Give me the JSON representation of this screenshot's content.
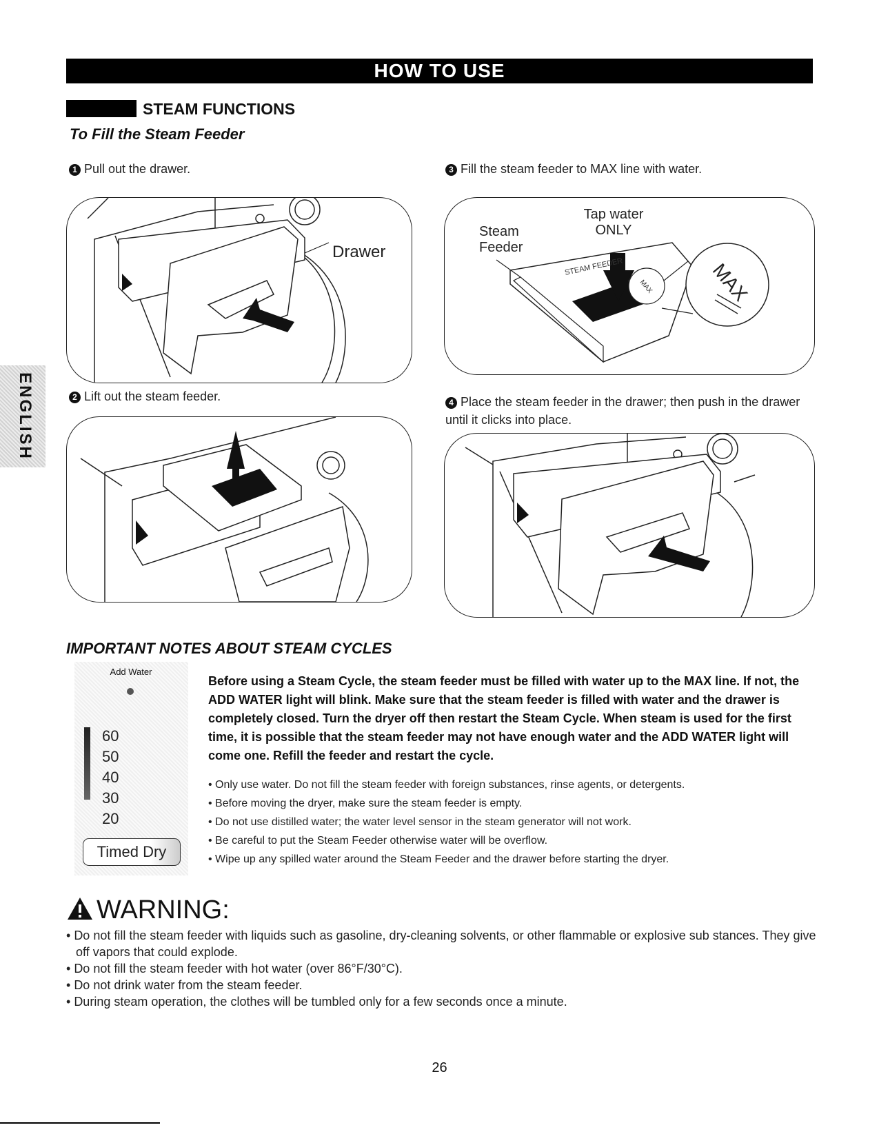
{
  "header": {
    "title": "HOW TO USE"
  },
  "section": {
    "title": "STEAM FUNCTIONS",
    "subtitle": "To Fill the Steam Feeder"
  },
  "language_tab": "ENGLISH",
  "steps": [
    {
      "number": "1",
      "text": "Pull out the drawer.",
      "callout": "Drawer"
    },
    {
      "number": "2",
      "text": "Lift out the steam feeder."
    },
    {
      "number": "3",
      "text": "Fill the steam feeder to MAX line with water.",
      "callout_feeder": "Steam\nFeeder",
      "callout_water": "Tap water\nONLY",
      "max_label": "MAX",
      "feeder_label": "STEAM FEEDER"
    },
    {
      "number": "4",
      "text": "Place the steam feeder in the drawer; then push in the drawer until it clicks into place."
    }
  ],
  "notes": {
    "title": "IMPORTANT NOTES ABOUT STEAM CYCLES",
    "panel": {
      "add_water": "Add Water",
      "levels": [
        "60",
        "50",
        "40",
        "30",
        "20"
      ],
      "button": "Timed Dry"
    },
    "bold_text": "Before using a Steam Cycle, the steam feeder must be filled with water up to the MAX line. If not, the ADD WATER light will blink. Make sure that the steam feeder is filled with water and the drawer is completely closed. Turn the dryer off then restart the Steam Cycle. When steam is used for the first time, it is possible that the steam feeder may not have enough water and the ADD WATER light will come one.  Refill the feeder and restart the cycle.",
    "bullets": [
      "Only use water. Do not fill the steam feeder with foreign substances, rinse agents, or detergents.",
      "Before moving the dryer, make sure the steam feeder is empty.",
      "Do not use distilled water; the water level sensor in the steam generator will not work.",
      "Be careful to put the Steam Feeder otherwise water will be overflow.",
      "Wipe up any spilled water around the Steam Feeder and the drawer before starting the dryer."
    ]
  },
  "warning": {
    "title": "WARNING:",
    "items": [
      "Do not fill the steam feeder with liquids such as gasoline, dry-cleaning solvents, or other flammable or explosive sub stances. They give off vapors that could explode.",
      "Do not fill the steam feeder with hot water (over 86°F/30°C).",
      "Do not drink water from the steam feeder.",
      "During steam operation, the clothes will be tumbled only for a few seconds once a minute."
    ]
  },
  "page_number": "26"
}
